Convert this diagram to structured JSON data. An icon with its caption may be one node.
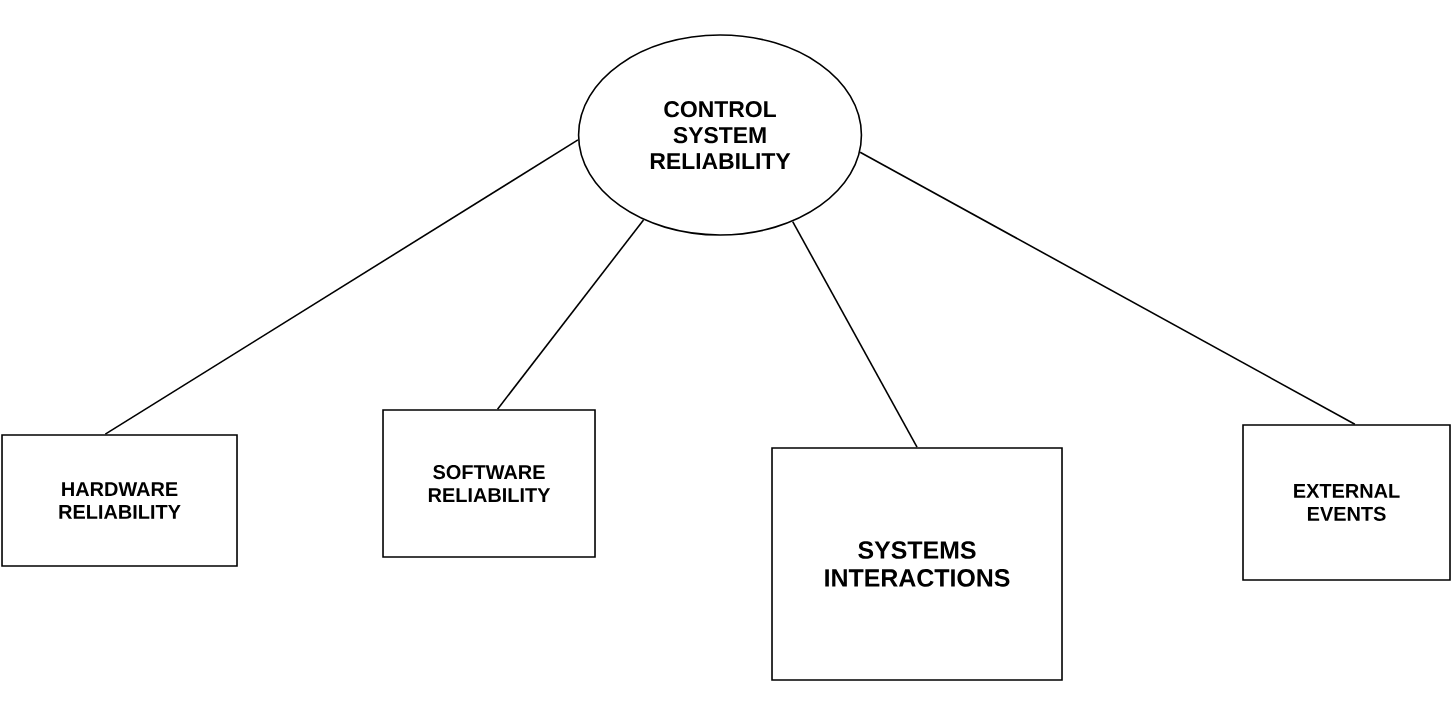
{
  "diagram": {
    "nodes": [
      {
        "text": [
          "CONTROL SYSTEM RELIABILITY"
        ]
      },
      {
        "text": [
          "HARDWARE RELIABILITY"
        ]
      },
      {
        "text": [
          "SOFTWARE RELIABILITY"
        ]
      },
      {
        "text": [
          "SYSTEMS INTERACTIONS"
        ]
      },
      {
        "text": [
          "EXTERNAL EVENTS"
        ]
      }
    ],
    "edges": [
      {
        "from": 0,
        "to": 1,
        "arrow": "none"
      },
      {
        "from": 0,
        "to": 2,
        "arrow": "none"
      },
      {
        "from": 0,
        "to": 3,
        "arrow": "none"
      },
      {
        "from": 0,
        "to": 4,
        "arrow": "none"
      }
    ]
  }
}
